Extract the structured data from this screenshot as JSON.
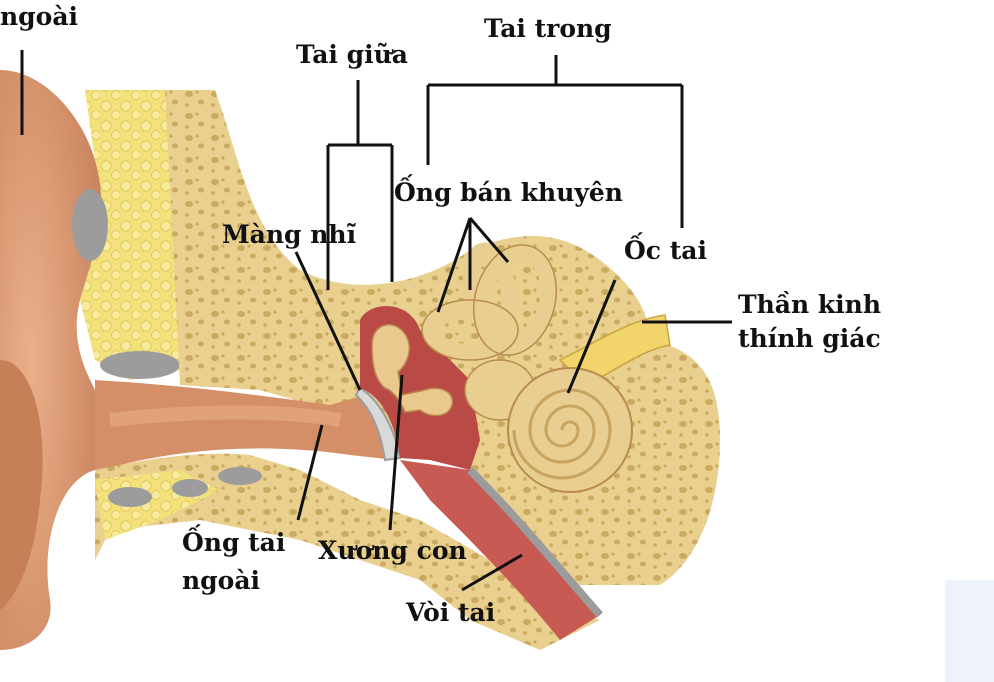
{
  "labels": {
    "outer_ear": "ngoài",
    "middle_ear": "Tai giữa",
    "inner_ear": "Tai trong",
    "semicircular_canals": "Ống bán khuyên",
    "eardrum": "Màng nhĩ",
    "cochlea": "Ốc tai",
    "auditory_nerve_line1": "Thần kinh",
    "auditory_nerve_line2": "thính giác",
    "ear_canal_line1": "Ống tai",
    "ear_canal_line2": "ngoài",
    "ossicles": "Xương con",
    "eustachian_tube": "Vòi tai"
  },
  "colors": {
    "skin": "#e2a27a",
    "skin_dark": "#c9805a",
    "bone": "#e9d08e",
    "bone_dark": "#c9aa5e",
    "cartilage_fat": "#f3e27c",
    "gray_tissue": "#9c9c9c",
    "cavity_red": "#b94a45",
    "cochlea": "#e8cf91",
    "line": "#111111"
  }
}
